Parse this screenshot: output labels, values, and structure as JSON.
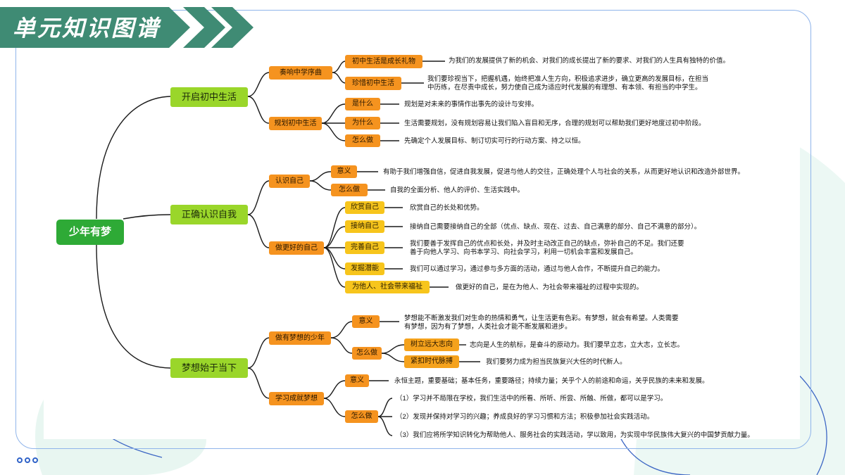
{
  "slide": {
    "title": "单元知识图谱"
  },
  "colors": {
    "header": "#3f8b74",
    "root": "#2eaa36",
    "level1": "#9ad62a",
    "level2": "#f5931f",
    "level3_yellow": "#f7c51c",
    "line": "#1a1a1a",
    "frame": "#8fb4ea"
  },
  "map": {
    "root": "少年有梦",
    "b1": {
      "label": "开启初中生活",
      "s1": {
        "label": "奏响中学序曲",
        "i1": {
          "label": "初中生活是成长礼物",
          "text": "为我们的发展提供了新的机会、对我们的成长提出了新的要求、对我们的人生具有独特的价值。"
        },
        "i2": {
          "label": "珍惜初中生活",
          "text1": "我们要珍视当下，把握机遇，始终把准人生方向，积极追求进步，确立更高的发展目标，在担当",
          "text2": "中历练，在尽责中成长，努力使自己成为适应时代发展的有理想、有本领、有担当的中学生。"
        }
      },
      "s2": {
        "label": "规划初中生活",
        "i1": {
          "label": "是什么",
          "text": "规划是对未来的事情作出事先的设计与安排。"
        },
        "i2": {
          "label": "为什么",
          "text": "生活需要规划，没有规划容易让我们陷入盲目和无序，合理的规划可以帮助我们更好地度过初中阶段。"
        },
        "i3": {
          "label": "怎么做",
          "text": "先确定个人发展目标、制订切实可行的行动方案、持之以恒。"
        }
      }
    },
    "b2": {
      "label": "正确认识自我",
      "s1": {
        "label": "认识自己",
        "i1": {
          "label": "意义",
          "text": "有助于我们增强自信，促进自我发展，促进与他人的交往，正确处理个人与社会的关系，从而更好地认识和改造外部世界。"
        },
        "i2": {
          "label": "怎么做",
          "text": "自我的全面分析、他人的评价、生活实践中。"
        }
      },
      "s2": {
        "label": "做更好的自己",
        "i1": {
          "label": "欣赏自己",
          "text": "欣赏自己的长处和优势。"
        },
        "i2": {
          "label": "接纳自己",
          "text": "接纳自己需要接纳自己的全部（优点、缺点、现在、过去、自己满意的部分、自己不满意的部分）。"
        },
        "i3": {
          "label": "完善自己",
          "text1": "我们要善于发挥自己的优点和长处，并及时主动改正自己的缺点，弥补自己的不足。我们还要",
          "text2": "善于向他人学习、向书本学习、向社会学习，利用一切机会丰富和发展自己。"
        },
        "i4": {
          "label": "发掘潜能",
          "text": "我们可以通过学习，通过参与多方面的活动，通过与他人合作，不断提升自己的能力。"
        },
        "i5": {
          "label": "为他人、社会带来福祉",
          "text": "做更好的自己，是在为他人、为社会带来福祉的过程中实现的。"
        }
      }
    },
    "b3": {
      "label": "梦想始于当下",
      "s1": {
        "label": "做有梦想的少年",
        "i1": {
          "label": "意义",
          "text1": "梦想能不断激发我们对生命的热情和勇气，让生活更有色彩。有梦想，就会有希望。人类需要",
          "text2": "有梦想，因为有了梦想，人类社会才能不断发展和进步。"
        },
        "i2": {
          "label": "怎么做",
          "j1": {
            "label": "树立远大志向",
            "text": "志向是人生的航标，是奋斗的原动力。我们要早立志，立大志，立长志。"
          },
          "j2": {
            "label": "紧扣时代脉搏",
            "text": "我们要努力成为担当民族复兴大任的时代新人。"
          }
        }
      },
      "s2": {
        "label": "学习成就梦想",
        "i1": {
          "label": "意义",
          "text": "永恒主题，重要基础；基本任务，重要路径；持续力量；关乎个人的前途和命运，关乎民族的未来和发展。"
        },
        "i2": {
          "label": "怎么做",
          "t1": "（1）学习并不局限在学校，我们生活中的所看、所听、所尝、所触、所做，都可以是学习。",
          "t2": "（2）发现并保持对学习的兴趣；养成良好的学习习惯和方法；积极参加社会实践活动。",
          "t3": "（3）我们应将所学知识转化为帮助他人、服务社会的实践活动，学以致用，为实现中华民族伟大复兴的中国梦贡献力量。"
        }
      }
    }
  }
}
